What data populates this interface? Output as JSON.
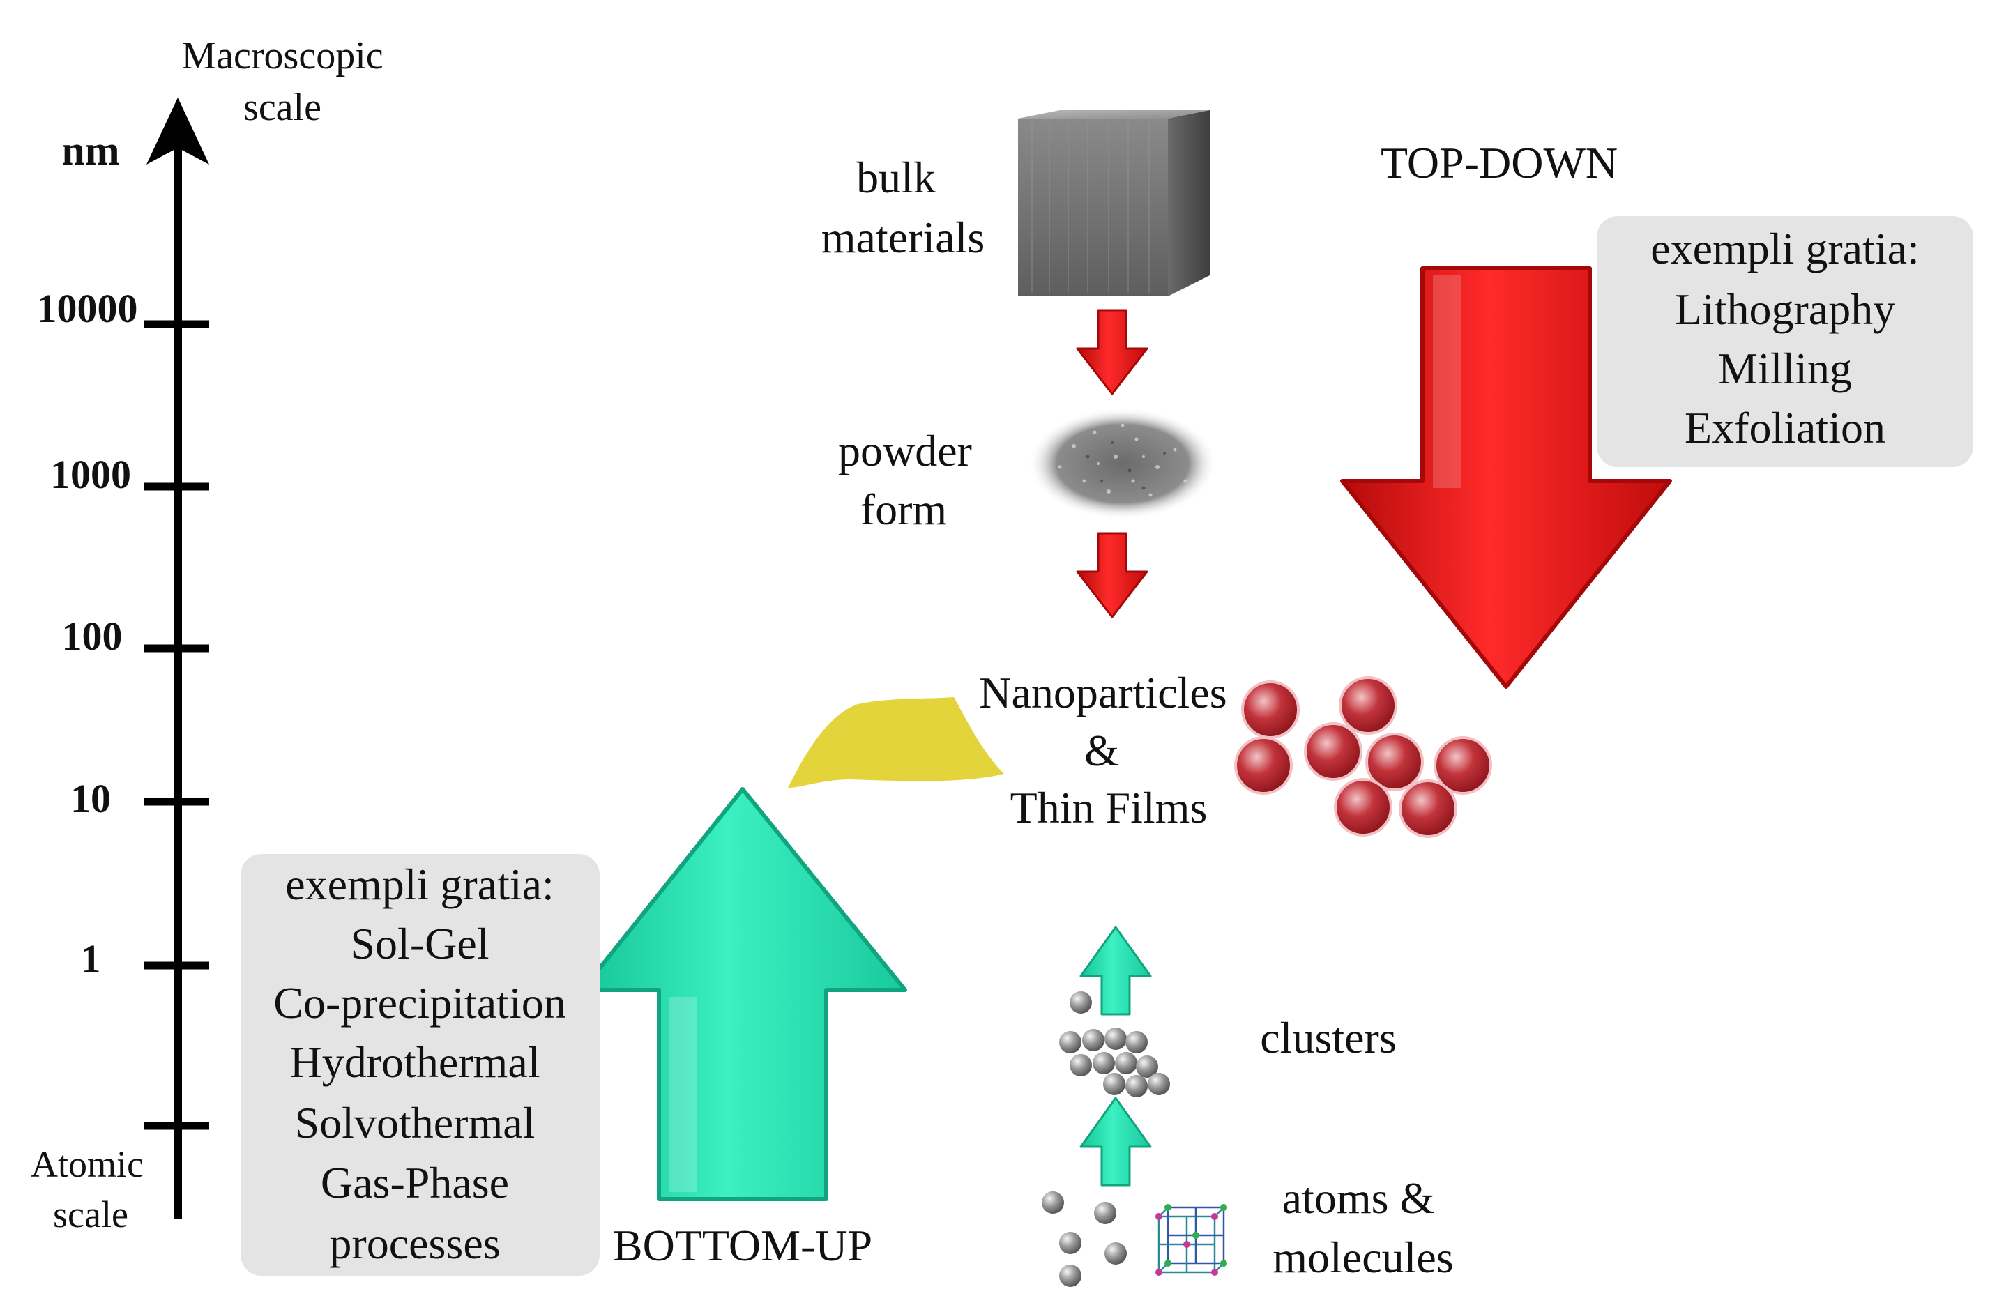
{
  "scale_axis": {
    "top_label": [
      "Macroscopic",
      "scale"
    ],
    "bottom_label": [
      "Atomic",
      "scale"
    ],
    "unit": "nm",
    "ticks": [
      "10000",
      "1000",
      "100",
      "10",
      "1",
      ""
    ]
  },
  "top_down": {
    "title": "TOP-DOWN",
    "examples_heading": "exempli gratia:",
    "examples": [
      "Lithography",
      "Milling",
      "Exfoliation"
    ],
    "arrow_color": "#e01515"
  },
  "bottom_up": {
    "title": "BOTTOM-UP",
    "examples_heading": "exempli gratia:",
    "examples": [
      "Sol-Gel",
      "Co-precipitation",
      "Hydrothermal",
      "Solvothermal",
      "Gas-Phase",
      "processes"
    ],
    "arrow_color": "#22dfb0"
  },
  "stages": {
    "bulk": [
      "bulk",
      "materials"
    ],
    "powder": [
      "powder",
      "form"
    ],
    "nano": [
      "Nanoparticles",
      "&",
      "Thin Films"
    ],
    "clusters": "clusters",
    "atoms": [
      "atoms &",
      "molecules"
    ]
  },
  "colors": {
    "nanoparticle": "#b01c25",
    "thin_film": "#e2d43a",
    "gray_box": "#e4e4e4"
  }
}
